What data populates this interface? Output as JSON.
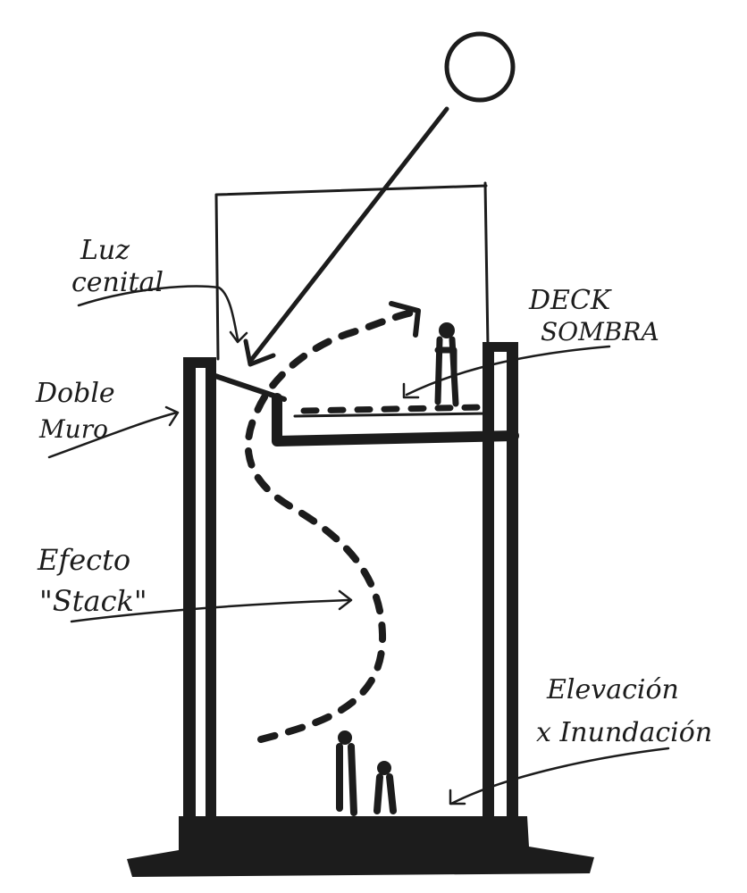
{
  "labels": {
    "luz_cenital": [
      "Luz",
      "cenital"
    ],
    "deck_sombra": [
      "DECK",
      "SOMBRA"
    ],
    "doble_muro": [
      "Doble",
      "Muro"
    ],
    "efecto_stack": [
      "Efecto",
      "\"Stack\""
    ],
    "elevacion": [
      "Elevación",
      "x Inundación"
    ]
  },
  "colors": {
    "ink": "#1c1c1c",
    "paper": "#ffffff"
  }
}
